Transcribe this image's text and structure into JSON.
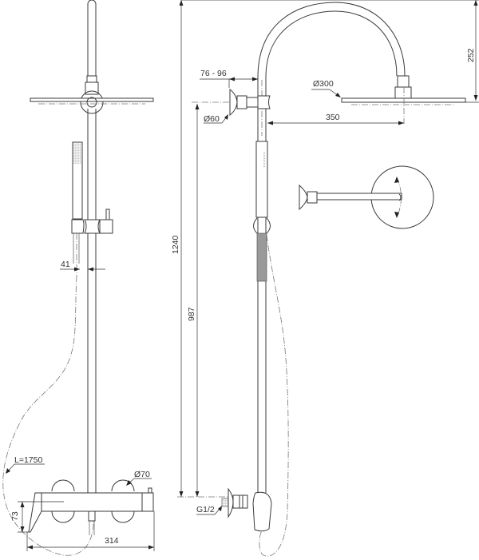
{
  "drawing": {
    "title": "Shower system technical drawing",
    "views": [
      "front-view",
      "side-view",
      "detail-view"
    ]
  },
  "dimensions": {
    "hand_shower_offset": "41",
    "hose_length": "L=1750",
    "handle_diameter": "Ø70",
    "mixer_height": "73",
    "mixer_width": "314",
    "total_height": "1240",
    "outlet_height": "987",
    "wall_bracket_projection": "76 - 96",
    "wall_flange_diameter": "Ø60",
    "inlet_thread": "G1/2",
    "head_shower_diameter": "Ø300",
    "arm_reach": "350",
    "arm_height": "252"
  },
  "colors": {
    "line": "#3a3a3a",
    "dash": "#777777",
    "background": "#ffffff"
  }
}
